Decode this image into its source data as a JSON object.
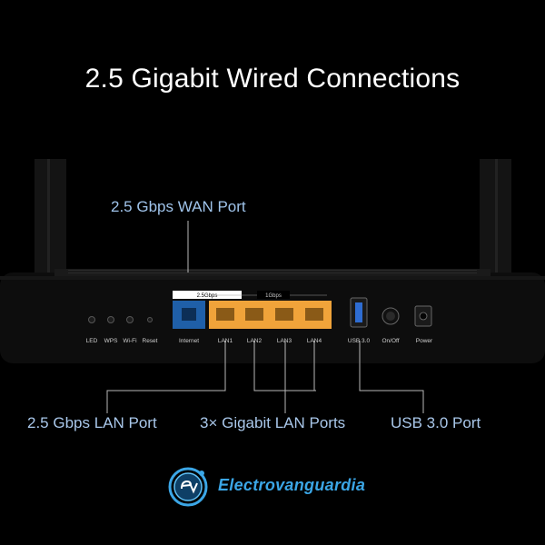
{
  "headline": "2.5 Gigabit Wired Connections",
  "callouts": {
    "wan": "2.5 Gbps WAN Port",
    "lan25": "2.5 Gbps LAN Port",
    "lan3": "3× Gigabit LAN Ports",
    "usb": "USB 3.0 Port"
  },
  "router": {
    "buttons": [
      "LED",
      "WPS",
      "Wi-Fi",
      "Reset"
    ],
    "speed_tag_25": "2.5Gbps",
    "speed_tag_1g": "1Gbps",
    "ports": [
      "Internet",
      "LAN1",
      "LAN2",
      "LAN3",
      "LAN4"
    ],
    "usb_label": "USB 3.0",
    "switch_label": "On/Off",
    "power_label": "Power"
  },
  "brand": {
    "text": "Electrovanguardia",
    "icon": "ev-logo-icon"
  },
  "colors": {
    "accent": "#9fc3ea",
    "port_wan": "#1f5fa8",
    "port_lan": "#f0a33a",
    "brand": "#3ba6e6"
  }
}
